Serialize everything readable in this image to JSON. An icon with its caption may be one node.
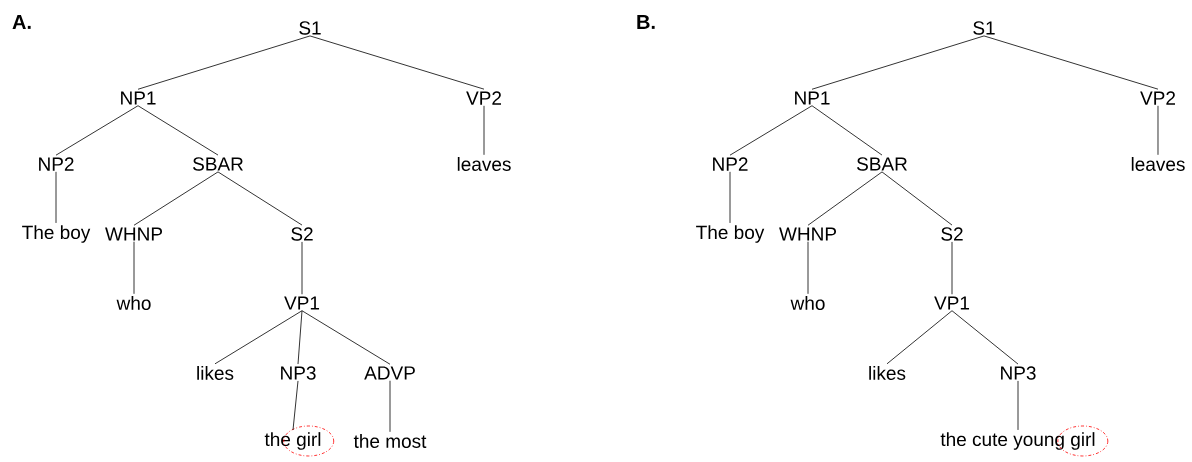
{
  "diagram": {
    "nodes": [
      {
        "text": [
          "S1"
        ]
      },
      {
        "text": [
          "NP1"
        ]
      },
      {
        "text": [
          "VP2"
        ]
      },
      {
        "text": [
          "NP2"
        ]
      },
      {
        "text": [
          "SBAR"
        ]
      },
      {
        "text": [
          "leaves"
        ]
      },
      {
        "text": [
          "The boy"
        ]
      },
      {
        "text": [
          "WHNP"
        ]
      },
      {
        "text": [
          "S2"
        ]
      },
      {
        "text": [
          "who"
        ]
      },
      {
        "text": [
          "VP1"
        ]
      },
      {
        "text": [
          "likes"
        ]
      },
      {
        "text": [
          "NP3"
        ]
      },
      {
        "text": [
          "ADVP"
        ]
      },
      {
        "text": [
          "the girl"
        ]
      },
      {
        "text": [
          "the most"
        ]
      },
      {
        "text": [
          "S1"
        ]
      },
      {
        "text": [
          "NP1"
        ]
      },
      {
        "text": [
          "VP2"
        ]
      },
      {
        "text": [
          "NP2"
        ]
      },
      {
        "text": [
          "SBAR"
        ]
      },
      {
        "text": [
          "leaves"
        ]
      },
      {
        "text": [
          "The boy"
        ]
      },
      {
        "text": [
          "WHNP"
        ]
      },
      {
        "text": [
          "S2"
        ]
      },
      {
        "text": [
          "who"
        ]
      },
      {
        "text": [
          "VP1"
        ]
      },
      {
        "text": [
          "likes"
        ]
      },
      {
        "text": [
          "NP3"
        ]
      },
      {
        "text": [
          "the cute young girl"
        ]
      }
    ],
    "edges": [
      {
        "from": 0,
        "to": 1,
        "arrow": "none"
      },
      {
        "from": 0,
        "to": 2,
        "arrow": "none"
      },
      {
        "from": 1,
        "to": 3,
        "arrow": "none"
      },
      {
        "from": 1,
        "to": 4,
        "arrow": "none"
      },
      {
        "from": 2,
        "to": 5,
        "arrow": "none"
      },
      {
        "from": 3,
        "to": 6,
        "arrow": "none"
      },
      {
        "from": 4,
        "to": 7,
        "arrow": "none"
      },
      {
        "from": 4,
        "to": 8,
        "arrow": "none"
      },
      {
        "from": 7,
        "to": 9,
        "arrow": "none"
      },
      {
        "from": 8,
        "to": 10,
        "arrow": "none"
      },
      {
        "from": 10,
        "to": 11,
        "arrow": "none"
      },
      {
        "from": 10,
        "to": 12,
        "arrow": "none"
      },
      {
        "from": 10,
        "to": 13,
        "arrow": "none"
      },
      {
        "from": 12,
        "to": 14,
        "arrow": "none"
      },
      {
        "from": 13,
        "to": 15,
        "arrow": "none"
      },
      {
        "from": 16,
        "to": 17,
        "arrow": "none"
      },
      {
        "from": 16,
        "to": 18,
        "arrow": "none"
      },
      {
        "from": 17,
        "to": 19,
        "arrow": "none"
      },
      {
        "from": 17,
        "to": 20,
        "arrow": "none"
      },
      {
        "from": 18,
        "to": 21,
        "arrow": "none"
      },
      {
        "from": 19,
        "to": 22,
        "arrow": "none"
      },
      {
        "from": 20,
        "to": 23,
        "arrow": "none"
      },
      {
        "from": 20,
        "to": 24,
        "arrow": "none"
      },
      {
        "from": 23,
        "to": 25,
        "arrow": "none"
      },
      {
        "from": 24,
        "to": 26,
        "arrow": "none"
      },
      {
        "from": 26,
        "to": 27,
        "arrow": "none"
      },
      {
        "from": 26,
        "to": 28,
        "arrow": "none"
      },
      {
        "from": 28,
        "to": 29,
        "arrow": "none"
      }
    ],
    "labels": [
      "A.",
      "B."
    ]
  }
}
